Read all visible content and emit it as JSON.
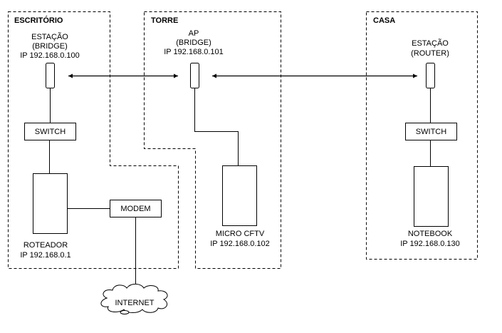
{
  "zones": {
    "escritorio": "ESCRITÓRIO",
    "torre": "TORRE",
    "casa": "CASA"
  },
  "devices": {
    "estacao_bridge": {
      "line1": "ESTAÇÃO",
      "line2": "(BRIDGE)",
      "line3": "IP 192.168.0.100"
    },
    "ap_bridge": {
      "line1": "AP",
      "line2": "(BRIDGE)",
      "line3": "IP 192.168.0.101"
    },
    "estacao_router": {
      "line1": "ESTAÇÃO",
      "line2": "(ROUTER)"
    },
    "switch_escritorio": "SWITCH",
    "switch_casa": "SWITCH",
    "roteador": {
      "line1": "ROTEADOR",
      "line2": "IP 192.168.0.1"
    },
    "modem": "MODEM",
    "internet": "INTERNET",
    "micro_cftv": {
      "line1": "MICRO CFTV",
      "line2": "IP 192.168.0.102"
    },
    "notebook": {
      "line1": "NOTEBOOK",
      "line2": "IP 192.168.0.130"
    }
  }
}
